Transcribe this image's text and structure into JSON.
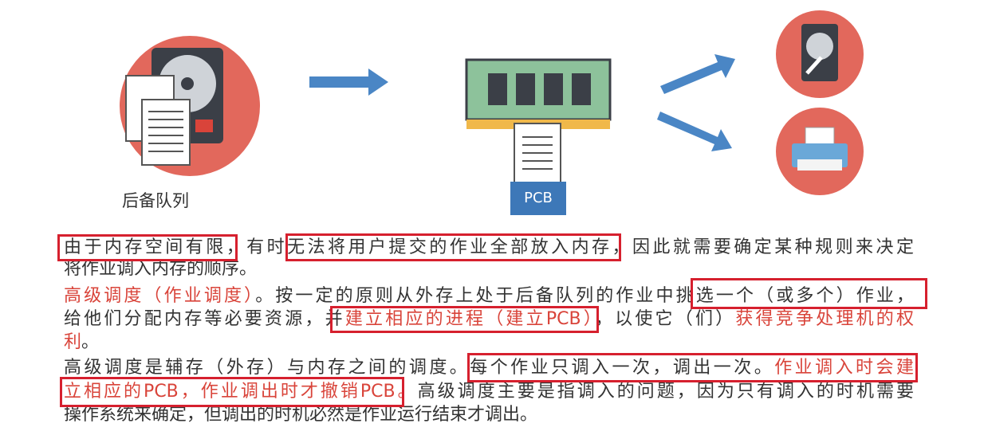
{
  "diagram": {
    "queue_label": "后备队列",
    "pcb_label": "PCB",
    "colors": {
      "circle": "#e2685c",
      "arrow": "#4a86c5",
      "pcb_box": "#3d78b8",
      "highlight_box": "#d6202e",
      "red_text": "#d9443a"
    }
  },
  "text": {
    "l1": {
      "a": "由于内存空间有限，",
      "b": "有时",
      "c": "无法将用户提交的作业全部放入内存，",
      "d": "因此就需要确定某种规则来决定"
    },
    "l2": "将作业调入内存的顺序。",
    "l3": {
      "a": "高级调度（作业调度）",
      "b": "。按一定的原则从外存上处于后备队列的作业中",
      "c": "挑选一个（或多个）作业，"
    },
    "l4": {
      "a": "给他们分配内存等必要资源，并",
      "b": "建立相应的进程（建立PCB）",
      "c": "，以使它（们）",
      "d": "获得竞争处理机的权"
    },
    "l5": "利",
    "l5b": "。",
    "l6": {
      "a": "高级调度是辅存（外存）与内存之间的调度。",
      "b": "每个作业只调入一次，调出一次。",
      "c": "作业调入时会建"
    },
    "l7": {
      "a": "立相应的PCB，作业调出时才撤销PCB。",
      "b": "高级调度主要是指调入的问题，因为只有调入的时机需要"
    },
    "l8": "操作系统来确定，但调出的时机必然是作业运行结束才调出。"
  }
}
